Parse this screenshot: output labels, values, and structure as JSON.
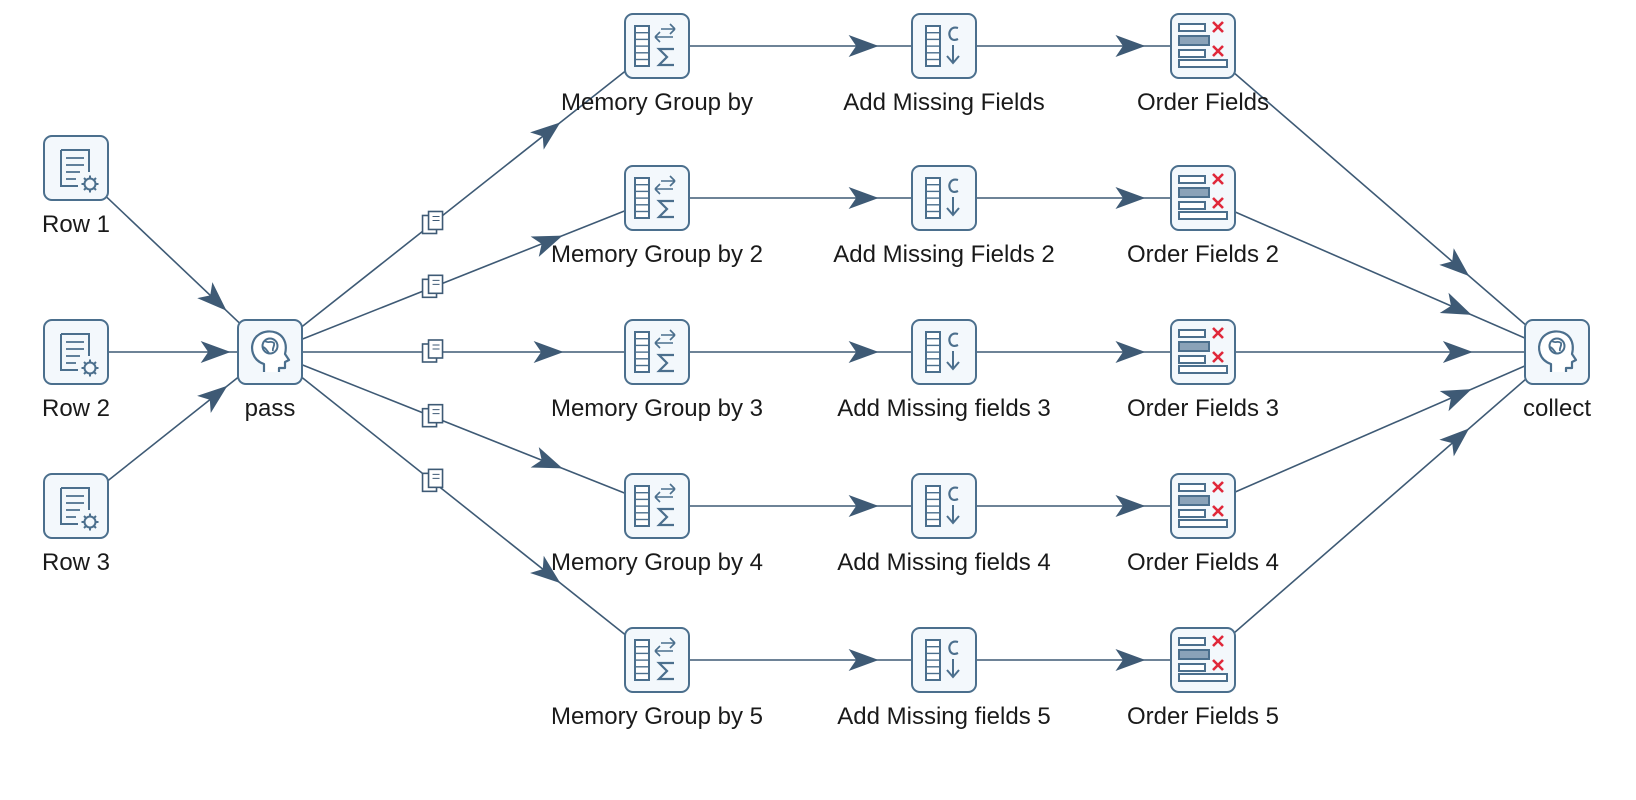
{
  "steps": [
    {
      "id": "row1",
      "label": "Row 1",
      "icon": "generate-rows-icon"
    },
    {
      "id": "row2",
      "label": "Row 2",
      "icon": "generate-rows-icon"
    },
    {
      "id": "row3",
      "label": "Row 3",
      "icon": "generate-rows-icon"
    },
    {
      "id": "pass",
      "label": "pass",
      "icon": "mapping-icon"
    },
    {
      "id": "mg1",
      "label": "Memory Group by",
      "icon": "group-by-icon"
    },
    {
      "id": "mg2",
      "label": "Memory Group by 2",
      "icon": "group-by-icon"
    },
    {
      "id": "mg3",
      "label": "Memory Group by 3",
      "icon": "group-by-icon"
    },
    {
      "id": "mg4",
      "label": "Memory Group by 4",
      "icon": "group-by-icon"
    },
    {
      "id": "mg5",
      "label": "Memory Group by 5",
      "icon": "group-by-icon"
    },
    {
      "id": "amf1",
      "label": "Add Missing Fields",
      "icon": "add-constant-icon"
    },
    {
      "id": "amf2",
      "label": "Add Missing Fields 2",
      "icon": "add-constant-icon"
    },
    {
      "id": "amf3",
      "label": "Add Missing fields 3",
      "icon": "add-constant-icon"
    },
    {
      "id": "amf4",
      "label": "Add Missing fields 4",
      "icon": "add-constant-icon"
    },
    {
      "id": "amf5",
      "label": "Add Missing fields 5",
      "icon": "add-constant-icon"
    },
    {
      "id": "of1",
      "label": "Order Fields",
      "icon": "select-values-icon"
    },
    {
      "id": "of2",
      "label": "Order Fields 2",
      "icon": "select-values-icon"
    },
    {
      "id": "of3",
      "label": "Order Fields 3",
      "icon": "select-values-icon"
    },
    {
      "id": "of4",
      "label": "Order Fields 4",
      "icon": "select-values-icon"
    },
    {
      "id": "of5",
      "label": "Order Fields 5",
      "icon": "select-values-icon"
    },
    {
      "id": "collect",
      "label": "collect",
      "icon": "mapping-icon"
    }
  ],
  "hops": [
    {
      "from": "row1",
      "to": "pass",
      "copy": false
    },
    {
      "from": "row2",
      "to": "pass",
      "copy": false
    },
    {
      "from": "row3",
      "to": "pass",
      "copy": false
    },
    {
      "from": "pass",
      "to": "mg1",
      "copy": true
    },
    {
      "from": "pass",
      "to": "mg2",
      "copy": true
    },
    {
      "from": "pass",
      "to": "mg3",
      "copy": true
    },
    {
      "from": "pass",
      "to": "mg4",
      "copy": true
    },
    {
      "from": "pass",
      "to": "mg5",
      "copy": true
    },
    {
      "from": "mg1",
      "to": "amf1",
      "copy": false
    },
    {
      "from": "mg2",
      "to": "amf2",
      "copy": false
    },
    {
      "from": "mg3",
      "to": "amf3",
      "copy": false
    },
    {
      "from": "mg4",
      "to": "amf4",
      "copy": false
    },
    {
      "from": "mg5",
      "to": "amf5",
      "copy": false
    },
    {
      "from": "amf1",
      "to": "of1",
      "copy": false
    },
    {
      "from": "amf2",
      "to": "of2",
      "copy": false
    },
    {
      "from": "amf3",
      "to": "of3",
      "copy": false
    },
    {
      "from": "amf4",
      "to": "of4",
      "copy": false
    },
    {
      "from": "amf5",
      "to": "of5",
      "copy": false
    },
    {
      "from": "of1",
      "to": "collect",
      "copy": false
    },
    {
      "from": "of2",
      "to": "collect",
      "copy": false
    },
    {
      "from": "of3",
      "to": "collect",
      "copy": false
    },
    {
      "from": "of4",
      "to": "collect",
      "copy": false
    },
    {
      "from": "of5",
      "to": "collect",
      "copy": false
    }
  ],
  "colors": {
    "hop": "#3e5a75",
    "icon_stroke": "#4b6f8d",
    "icon_fill": "#f3f8fc",
    "remove_mark": "#e0283a"
  },
  "copy_hop_icon": "copy-rows-icon"
}
